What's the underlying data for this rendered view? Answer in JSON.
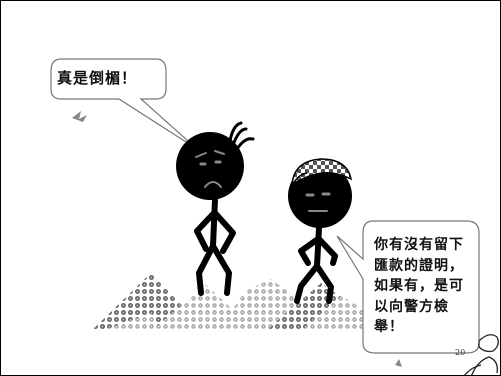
{
  "scene": {
    "speech_left": "真是倒楣！",
    "speech_right_lines": [
      "你有沒有留下",
      "匯款的證明，",
      "如果有，是可",
      "以向警方檢",
      "舉！"
    ],
    "page_number": "20"
  },
  "colors": {
    "ink": "#000000",
    "hill_dots": "#666666"
  }
}
